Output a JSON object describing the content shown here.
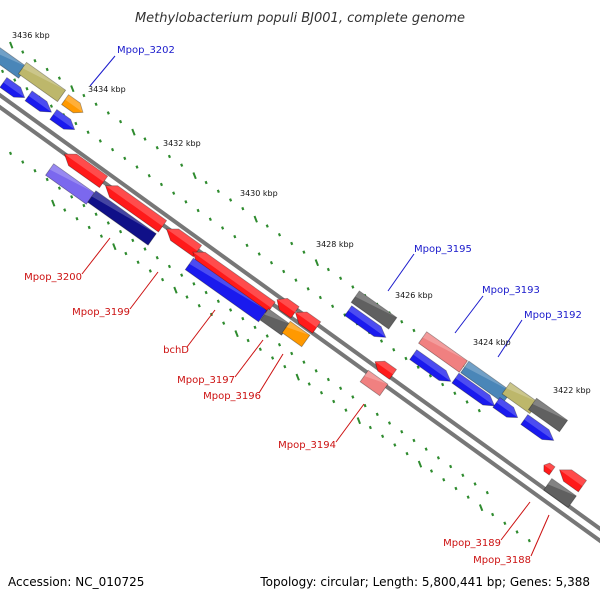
{
  "title": "Methylobacterium populi BJ001, complete genome",
  "accession_text": "Accession: NC_010725",
  "topology_text": "Topology: circular; Length: 5,800,441 bp; Genes: 5,388",
  "colors": {
    "forward_label": "#1a1acc",
    "reverse_label": "#cc1111",
    "backbone": "#777777",
    "tick": "#2e8b2e",
    "red": "#ff1a1a",
    "pink": "#f08080",
    "blue": "#1a1aee",
    "navy": "#101088",
    "steel_blue": "#4a86b8",
    "khaki": "#bdb76b",
    "orange": "#ff9900",
    "gray": "#606060",
    "purple": "#7b68ee"
  },
  "tick_labels": [
    {
      "text": "3436 kbp"
    },
    {
      "text": "3434 kbp"
    },
    {
      "text": "3432 kbp"
    },
    {
      "text": "3430 kbp"
    },
    {
      "text": "3428 kbp"
    },
    {
      "text": "3426 kbp"
    },
    {
      "text": "3424 kbp"
    },
    {
      "text": "3422 kbp"
    }
  ],
  "gene_labels": [
    {
      "text": "Mpop_3202",
      "strand": "forward"
    },
    {
      "text": "Mpop_3195",
      "strand": "forward"
    },
    {
      "text": "Mpop_3193",
      "strand": "forward"
    },
    {
      "text": "Mpop_3192",
      "strand": "forward"
    },
    {
      "text": "Mpop_3200",
      "strand": "reverse"
    },
    {
      "text": "Mpop_3199",
      "strand": "reverse"
    },
    {
      "text": "bchD",
      "strand": "reverse"
    },
    {
      "text": "Mpop_3197",
      "strand": "reverse"
    },
    {
      "text": "Mpop_3196",
      "strand": "reverse"
    },
    {
      "text": "Mpop_3194",
      "strand": "reverse"
    },
    {
      "text": "Mpop_3189",
      "strand": "reverse"
    },
    {
      "text": "Mpop_3188",
      "strand": "reverse"
    }
  ]
}
